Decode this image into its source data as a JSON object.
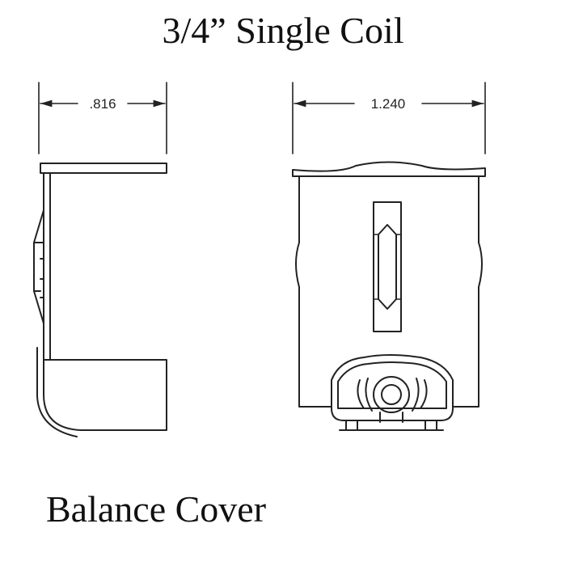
{
  "title": "3/4” Single Coil",
  "caption": "Balance Cover",
  "dimensions": {
    "side_width": ".816",
    "front_width": "1.240"
  }
}
